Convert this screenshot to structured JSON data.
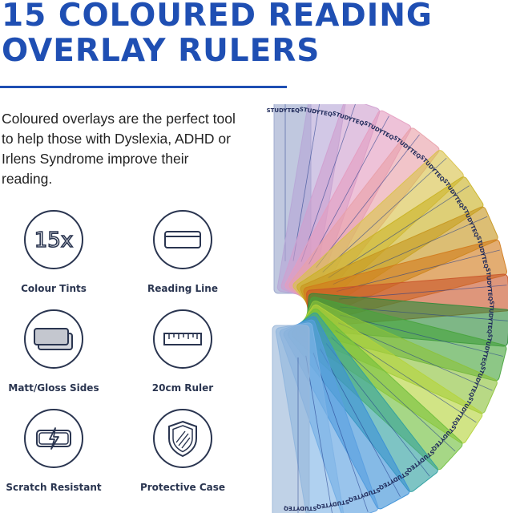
{
  "title": {
    "line1": "15 COLOURED READING",
    "line2": "OVERLAY RULERS"
  },
  "description": "Coloured overlays are the perfect tool to help those with Dyslexia, ADHD or Irlens Syndrome improve their reading.",
  "features": [
    {
      "label": "Colour Tints",
      "icon": "15x-icon",
      "icon_text": "15x"
    },
    {
      "label": "Reading Line",
      "icon": "reading-line-icon"
    },
    {
      "label": "Matt/Gloss Sides",
      "icon": "matt-gloss-sides-icon"
    },
    {
      "label": "20cm Ruler",
      "icon": "ruler-icon"
    },
    {
      "label": "Scratch Resistant",
      "icon": "scratch-resistant-icon"
    },
    {
      "label": "Protective Case",
      "icon": "protective-case-icon"
    }
  ],
  "brand": "STUDYTEQ",
  "colors": {
    "accent": "#1f4fb3",
    "icon": "#2a3550"
  },
  "ruler_colors": [
    "#9aa6cc",
    "#b7a6d6",
    "#cf9fcf",
    "#e49cc0",
    "#e8a0a8",
    "#d9c24a",
    "#c9b224",
    "#c7961e",
    "#d27a1c",
    "#c9552a",
    "#2f8a3b",
    "#47a43c",
    "#8cc23a",
    "#b5d43a",
    "#6fbf3c",
    "#2fa0a0",
    "#3a8fd6",
    "#5a9fe0",
    "#7fb4e6",
    "#9ab7d8"
  ]
}
